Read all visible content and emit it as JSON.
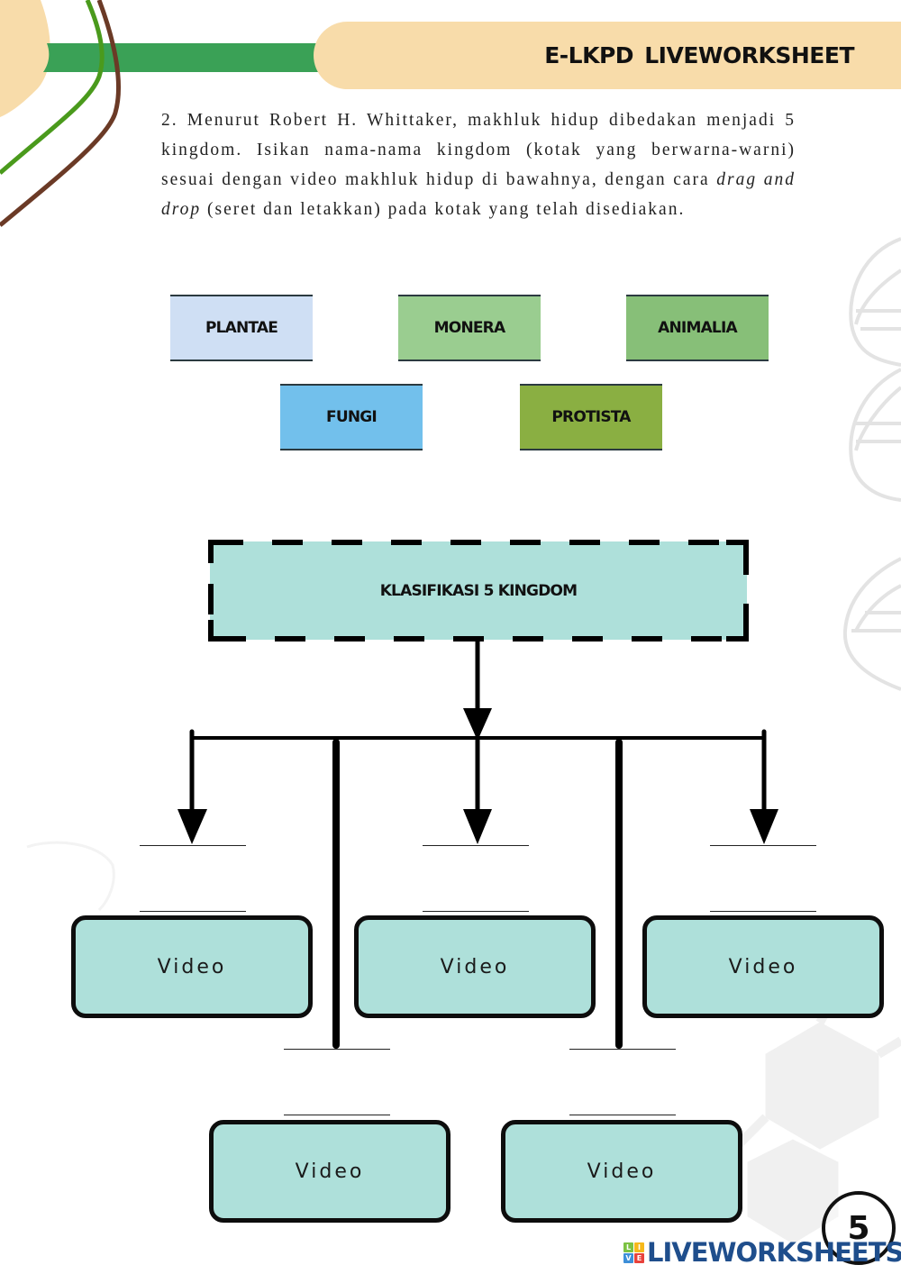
{
  "header": {
    "title": "E-LKPD  LIVEWORKSHEET"
  },
  "instructions": {
    "part1": "2. Menurut Robert H. Whittaker, makhluk hidup dibedakan menjadi 5 kingdom. Isikan nama-nama kingdom (kotak yang berwarna-warni) sesuai dengan video makhluk hidup di bawahnya, dengan cara ",
    "italic": "drag and drop",
    "part2": "  (seret dan letakkan) pada kotak yang telah disediakan."
  },
  "kingdom_tiles": [
    {
      "label": "PLANTAE",
      "color": "#cfdff4"
    },
    {
      "label": "MONERA",
      "color": "#9acd90"
    },
    {
      "label": "ANIMALIA",
      "color": "#87bf78"
    },
    {
      "label": "FUNGI",
      "color": "#72c0ec"
    },
    {
      "label": "PROTISTA",
      "color": "#8aaf42"
    }
  ],
  "diagram": {
    "title": "KLASIFIKASI 5 KINGDOM",
    "video_boxes": [
      {
        "label": "Video"
      },
      {
        "label": "Video"
      },
      {
        "label": "Video"
      },
      {
        "label": "Video"
      },
      {
        "label": "Video"
      }
    ]
  },
  "footer": {
    "page_number": "5",
    "logo_text": "LIVEWORKSHEETS",
    "logo_squares": [
      {
        "letter": "L",
        "color": "#7cc242"
      },
      {
        "letter": "I",
        "color": "#f6b81a"
      },
      {
        "letter": "V",
        "color": "#3d8fd8"
      },
      {
        "letter": "E",
        "color": "#e8423b"
      }
    ]
  },
  "colors": {
    "header_band": "#f8dcaa",
    "green_band": "#3aa156",
    "teal_box": "#aee0da"
  }
}
